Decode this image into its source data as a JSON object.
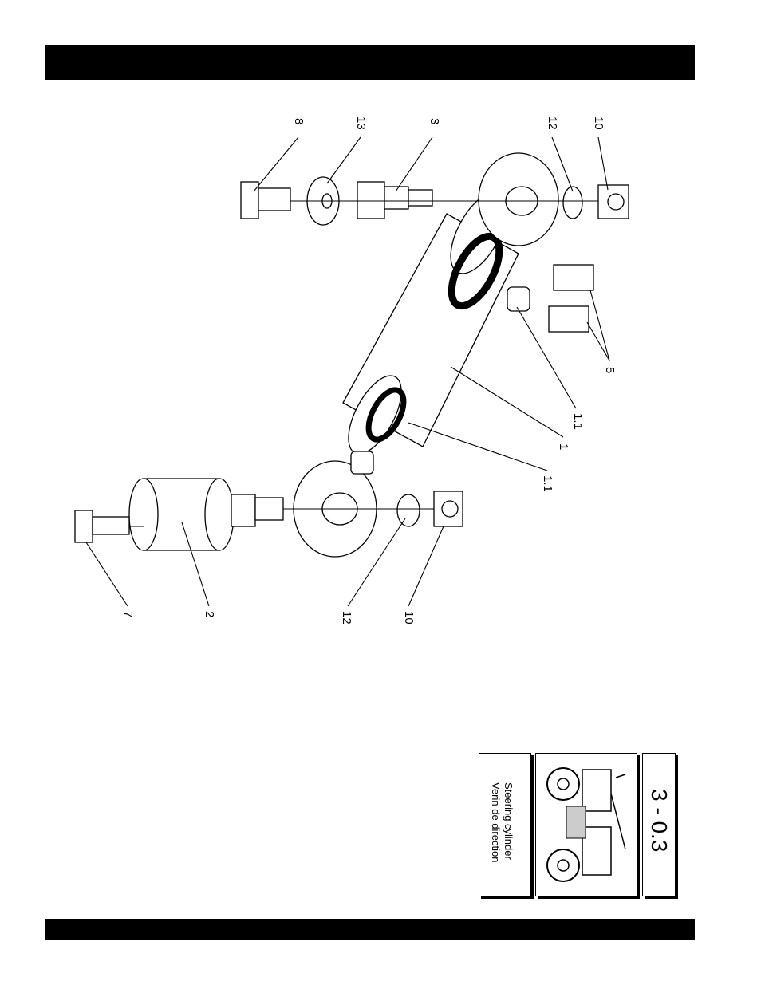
{
  "callouts": {
    "c8": "8",
    "c13": "13",
    "c3": "3",
    "c12a": "12",
    "c10a": "10",
    "c5": "5",
    "c11a": "1.1",
    "c1": "1",
    "c11b": "1.1",
    "c7": "7",
    "c2": "2",
    "c12b": "12",
    "c10b": "10"
  },
  "ref_card": {
    "title_en": "Steering cylinder",
    "title_fr": "Verin de direction",
    "section": "3 - 0.3"
  }
}
